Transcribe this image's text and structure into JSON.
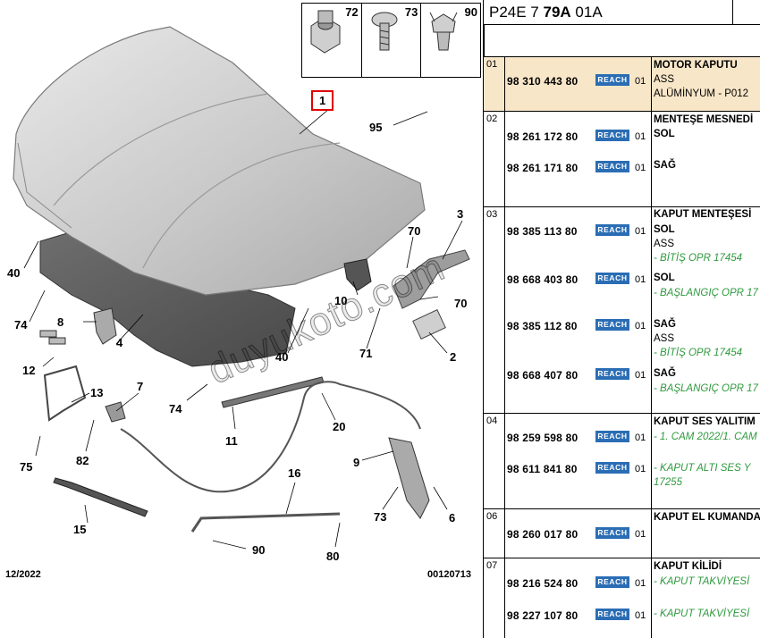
{
  "diagram": {
    "callouts": {
      "c1": "1",
      "c95": "95",
      "c3": "3",
      "c70a": "70",
      "c70b": "70",
      "c40a": "40",
      "c40b": "40",
      "c10": "10",
      "c74a": "74",
      "c74b": "74",
      "c8": "8",
      "c4": "4",
      "c71": "71",
      "c2": "2",
      "c12": "12",
      "c13": "13",
      "c7": "7",
      "c11": "11",
      "c20": "20",
      "c75": "75",
      "c82": "82",
      "c9": "9",
      "c16": "16",
      "c73": "73",
      "c6": "6",
      "c15": "15",
      "c90": "90",
      "c80": "80"
    },
    "hardware": [
      {
        "num": "72",
        "icon": "hex-nut-icon"
      },
      {
        "num": "73",
        "icon": "screw-icon"
      },
      {
        "num": "90",
        "icon": "push-clip-icon"
      }
    ],
    "date": "12/2022",
    "drawing_number": "00120713",
    "watermark": "duyukoto.com"
  },
  "catalog": {
    "code_prefix": "P24E 7 ",
    "code_bold": "79A",
    "code_suffix": " 01A",
    "reach_label": "REACH",
    "groups": [
      {
        "seq": "01",
        "highlight": true,
        "rows": [
          {
            "pn": "98 310 443 80",
            "qty": "01"
          }
        ],
        "lines": [
          {
            "text": "MOTOR KAPUTU",
            "style": "title"
          },
          {
            "text": "ASS",
            "style": "plain"
          },
          {
            "text": "ALÜMİNYUM - P012",
            "style": "plain"
          }
        ]
      },
      {
        "seq": "02",
        "highlight": false,
        "rows": [
          {
            "pn": "98 261 172 80",
            "qty": "01"
          },
          {
            "pn": "98 261 171 80",
            "qty": "01"
          }
        ],
        "lines": [
          {
            "text": "MENTEŞE MESNEDİ",
            "style": "title"
          },
          {
            "text": "SOL",
            "style": "title"
          },
          {
            "text": "SAĞ",
            "style": "title"
          }
        ]
      },
      {
        "seq": "03",
        "highlight": false,
        "rows": [
          {
            "pn": "98 385 113 80",
            "qty": "01"
          },
          {
            "pn": "98 668 403 80",
            "qty": "01"
          },
          {
            "pn": "98 385 112 80",
            "qty": "01"
          },
          {
            "pn": "98 668 407 80",
            "qty": "01"
          }
        ],
        "lines": [
          {
            "text": "KAPUT MENTEŞESİ",
            "style": "title"
          },
          {
            "text": "SOL",
            "style": "title"
          },
          {
            "text": "ASS",
            "style": "plain"
          },
          {
            "text": "- BİTİŞ OPR 17454",
            "style": "note"
          },
          {
            "text": "SOL",
            "style": "title"
          },
          {
            "text": "- BAŞLANGIÇ OPR 17",
            "style": "note"
          },
          {
            "text": "SAĞ",
            "style": "title"
          },
          {
            "text": "ASS",
            "style": "plain"
          },
          {
            "text": "- BİTİŞ OPR 17454",
            "style": "note"
          },
          {
            "text": "SAĞ",
            "style": "title"
          },
          {
            "text": "- BAŞLANGIÇ OPR 17",
            "style": "note"
          }
        ]
      },
      {
        "seq": "04",
        "highlight": false,
        "rows": [
          {
            "pn": "98 259 598 80",
            "qty": "01"
          },
          {
            "pn": "98 611 841 80",
            "qty": "01"
          }
        ],
        "lines": [
          {
            "text": "KAPUT SES YALITIM",
            "style": "title"
          },
          {
            "text": "- 1. CAM 2022/1. CAM",
            "style": "note"
          },
          {
            "text": "- KAPUT ALTI SES Y",
            "style": "note"
          },
          {
            "text": "17255",
            "style": "note"
          }
        ]
      },
      {
        "seq": "06",
        "highlight": false,
        "rows": [
          {
            "pn": "98 260 017 80",
            "qty": "01"
          }
        ],
        "lines": [
          {
            "text": "KAPUT EL KUMANDA",
            "style": "title"
          }
        ]
      },
      {
        "seq": "07",
        "highlight": false,
        "rows": [
          {
            "pn": "98 216 524 80",
            "qty": "01"
          },
          {
            "pn": "98 227 107 80",
            "qty": "01"
          }
        ],
        "lines": [
          {
            "text": "KAPUT KİLİDİ",
            "style": "title"
          },
          {
            "text": "- KAPUT TAKVİYESİ",
            "style": "note"
          },
          {
            "text": "- KAPUT TAKVİYESİ",
            "style": "note"
          }
        ]
      }
    ]
  }
}
